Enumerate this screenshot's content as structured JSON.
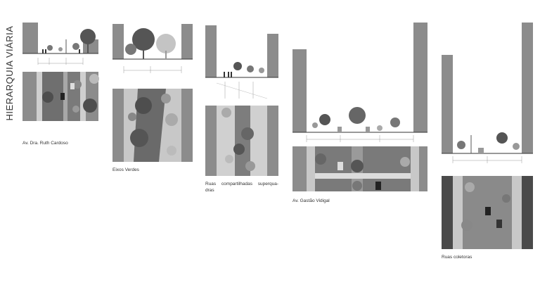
{
  "title": "HIERARQUIA VIÁRIA",
  "panels": [
    {
      "id": "av-ruth",
      "caption": "Av. Dra. Ruth Cardoso"
    },
    {
      "id": "eixos",
      "caption": "Eixos Verdes"
    },
    {
      "id": "ruas",
      "caption": "Ruas compartilhadas superqua-dras"
    },
    {
      "id": "gastao",
      "caption": "Av. Gastão Vidigal"
    },
    {
      "id": "coletoras",
      "caption": "Ruas coletoras"
    }
  ],
  "colors": {
    "building": "#8c8c8c",
    "road": "#6f6f6f",
    "walk": "#c8c8c8",
    "greenDark": "#5a5a5a",
    "greenLight": "#b8b8b8",
    "median": "#9a9a9a",
    "line": "#444444"
  }
}
